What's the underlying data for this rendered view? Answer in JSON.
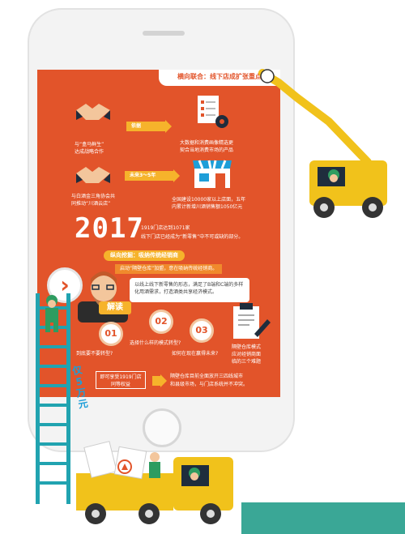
{
  "banner": "横向联合：线下店成扩张重点",
  "row1": {
    "left_line1": "与“盒马鲜生”",
    "left_line2": "达成战略合作",
    "chip": "依据",
    "right_line1": "大数据和消费画像精选更",
    "right_line2": "契合当地消费市场的产品"
  },
  "row2": {
    "left_line1": "与白酒金三角协会共",
    "left_line2": "同推动“川酒云店”",
    "chip": "未来3～5年",
    "right_line1": "全国建设10000家以上店面，五年",
    "right_line2": "内累计新增川酒销售额1050亿元"
  },
  "year": {
    "value": "2017",
    "line1": "1919门店达到1071家",
    "line2": "线下门店已经成为“新零售”中不可或缺的部分。"
  },
  "vertical": {
    "pill": "纵向挖掘：吸纳传统经销商",
    "strip": "启动“隔壁仓库”加盟，意在吸纳传统经销商。"
  },
  "bubble": "以线上线下新零售的形态，满足了B端和C端的多样化用酒需求，打造酒类共享经济模式。",
  "jiedu": "解读",
  "numbers": [
    {
      "num": "01",
      "label": "到底要不要转型?"
    },
    {
      "num": "02",
      "label": "选择什么样的模式转型?"
    },
    {
      "num": "03",
      "label": "如何在现在赢得未来?"
    }
  ],
  "right_note": [
    "隔壁仓库模式",
    "应对经销商面",
    "临的三个难题"
  ],
  "five_wan": "仅5万元",
  "left_button": "即可享受1919门店同等权益",
  "bottom_note1": "隔壁仓库目前全面放开三四线城市",
  "bottom_note2": "和县级市场，与门店系统并不冲突。",
  "colors": {
    "primary": "#e2542a",
    "accent": "#f6b32b",
    "truck": "#f1c21b",
    "teal": "#3aa796"
  }
}
